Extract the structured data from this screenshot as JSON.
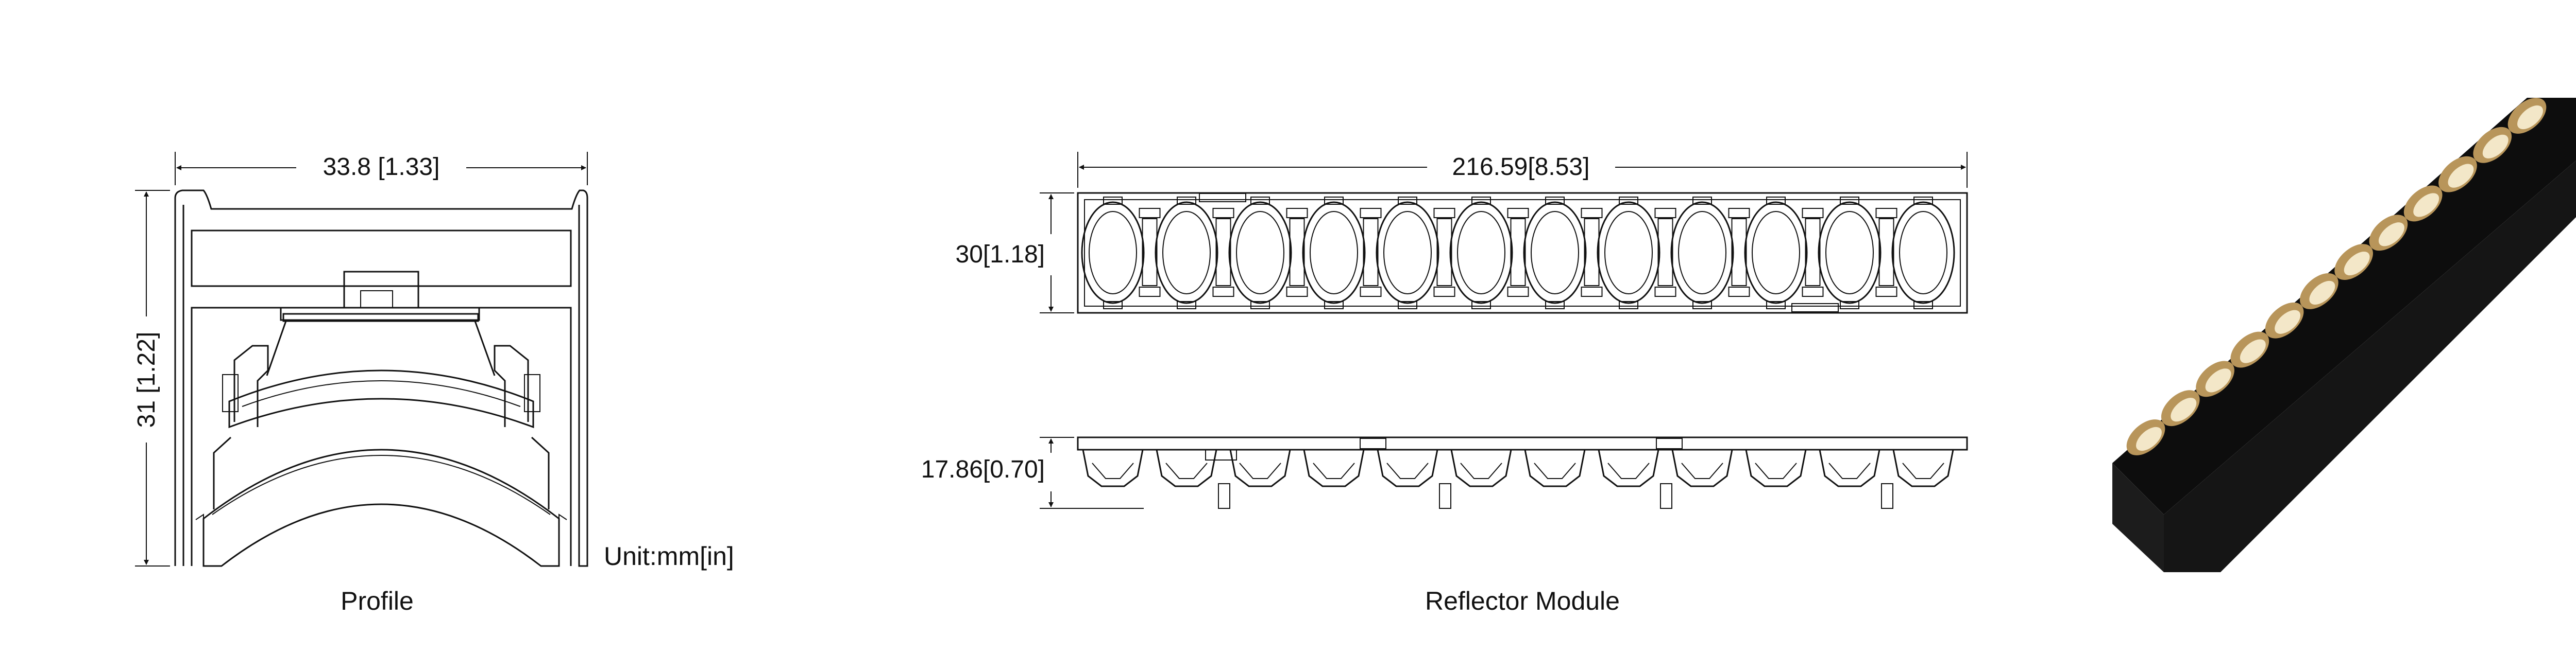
{
  "profile": {
    "width_label": "33.8 [1.33]",
    "height_label": "31 [1.22]",
    "unit_label": "Unit:mm[in]",
    "caption": "Profile"
  },
  "reflector": {
    "length_label": "216.59[8.53]",
    "top_height_label": "30[1.18]",
    "side_height_label": "17.86[0.70]",
    "caption": "Reflector Module",
    "lens_count": 12
  },
  "colors": {
    "line": "#111111",
    "housing": "#151515",
    "reflector": "#b8955a",
    "led": "#f3e7c8"
  }
}
